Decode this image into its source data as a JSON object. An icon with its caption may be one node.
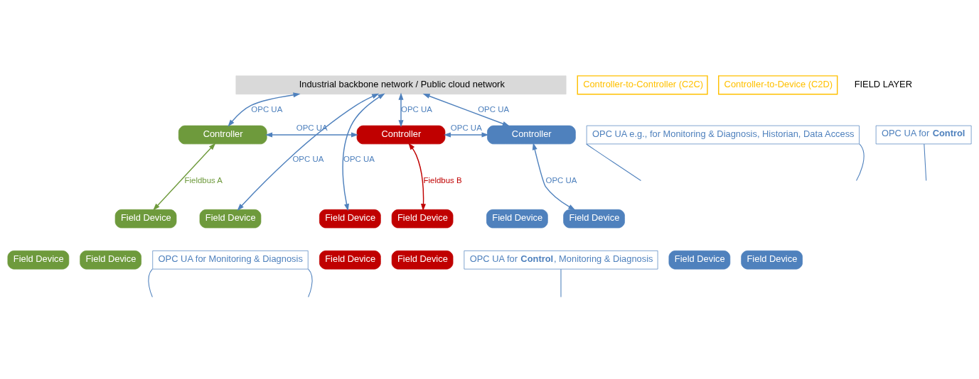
{
  "diagram": {
    "nodes": [
      {
        "text": [
          "Industrial backbone network / Public cloud network"
        ]
      },
      {
        "text": [
          "Controller-to-Controller (C2C)"
        ]
      },
      {
        "text": [
          "Controller-to-Device (C2D)"
        ]
      },
      {
        "text": [
          "Controller"
        ]
      },
      {
        "text": [
          "Controller"
        ]
      },
      {
        "text": [
          "Controller"
        ]
      },
      {
        "text": [
          "Field Device"
        ]
      },
      {
        "text": [
          "Field Device"
        ]
      },
      {
        "text": [
          "Field Device"
        ]
      },
      {
        "text": [
          "Field Device"
        ]
      },
      {
        "text": [
          "Field Device"
        ]
      },
      {
        "text": [
          "Field Device"
        ]
      },
      {
        "text": [
          "Field Device"
        ]
      },
      {
        "text": [
          "Field Device"
        ]
      },
      {
        "text": [
          "Field Device"
        ]
      },
      {
        "text": [
          "Field Device"
        ]
      },
      {
        "text": [
          "Field Device"
        ]
      },
      {
        "text": [
          "Field Device"
        ]
      },
      {
        "text": [
          "OPC UA e.g., for Monitoring & Diagnosis, Historian, Data Access"
        ]
      },
      {
        "text": [
          "OPC UA for **Control**"
        ]
      },
      {
        "text": [
          "OPC UA for Monitoring & Diagnosis"
        ]
      },
      {
        "text": [
          "OPC UA for **Control**, Monitoring & Diagnosis"
        ]
      }
    ],
    "edges": [
      {
        "from": 0,
        "to": 3,
        "arrow": "both",
        "label": "OPC UA"
      },
      {
        "from": 0,
        "to": 7,
        "arrow": "both",
        "label": "OPC UA"
      },
      {
        "from": 3,
        "to": 6,
        "arrow": "both",
        "label": "Fieldbus A",
        "color": "#6e9a3c"
      },
      {
        "from": 3,
        "to": 4,
        "arrow": "both",
        "label": "OPC UA"
      },
      {
        "from": 4,
        "to": 5,
        "arrow": "both",
        "label": "OPC UA"
      },
      {
        "from": 0,
        "to": 4,
        "arrow": "both",
        "label": "OPC UA"
      },
      {
        "from": 0,
        "to": 10,
        "arrow": "both",
        "label": "OPC UA"
      },
      {
        "from": 4,
        "to": 11,
        "arrow": "both",
        "label": "Fieldbus B",
        "color": "#c00000"
      },
      {
        "from": 0,
        "to": 5,
        "arrow": "both",
        "label": "OPC UA"
      },
      {
        "from": 5,
        "to": 14,
        "arrow": "both",
        "label": "OPC UA"
      },
      {
        "from": 18,
        "to": null,
        "arrow": "none"
      },
      {
        "from": 18,
        "to": null,
        "arrow": "none"
      },
      {
        "from": 19,
        "to": null,
        "arrow": "none"
      },
      {
        "from": 20,
        "to": null,
        "arrow": "none"
      },
      {
        "from": 20,
        "to": null,
        "arrow": "none"
      },
      {
        "from": 21,
        "to": null,
        "arrow": "none"
      }
    ],
    "labels": [
      "FIELD LAYER"
    ]
  }
}
